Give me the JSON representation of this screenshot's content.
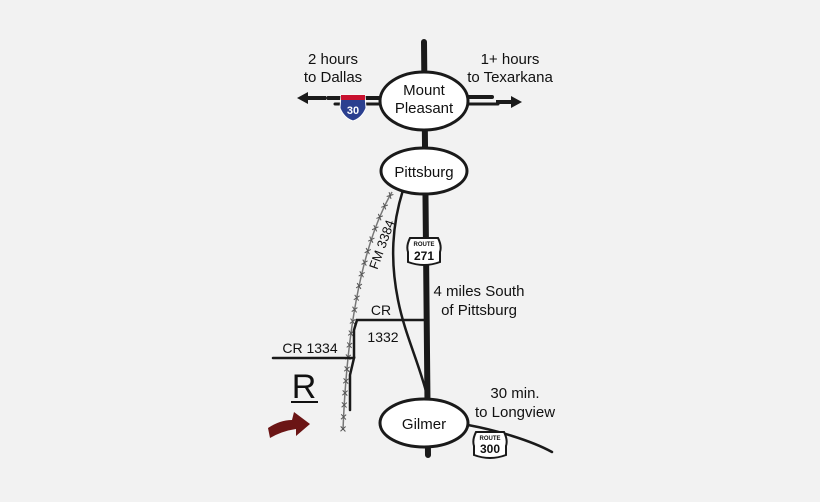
{
  "cities": {
    "mount_pleasant_line1": "Mount",
    "mount_pleasant_line2": "Pleasant",
    "pittsburg": "Pittsburg",
    "gilmer": "Gilmer"
  },
  "directions": {
    "dallas_line1": "2 hours",
    "dallas_line2": "to Dallas",
    "texarkana_line1": "1+ hours",
    "texarkana_line2": "to Texarkana",
    "longview_line1": "30 min.",
    "longview_line2": "to Longview",
    "south_line1": "4 miles South",
    "south_line2": "of Pittsburg"
  },
  "roads": {
    "fm_3384": "FM 3384",
    "cr_1332_line1": "CR",
    "cr_1332_line2": "1332",
    "cr_1334": "CR 1334"
  },
  "shields": {
    "interstate_number": "30",
    "route271_top": "ROUTE",
    "route271_number": "271",
    "route300_top": "ROUTE",
    "route300_number": "300"
  },
  "logo": {
    "letter": "R"
  },
  "colors": {
    "road": "#1a1a1a",
    "interstate_blue": "#2b3f8f",
    "interstate_red": "#c8102e",
    "arrow": "#6b1515",
    "background": "#f2f2f2"
  }
}
